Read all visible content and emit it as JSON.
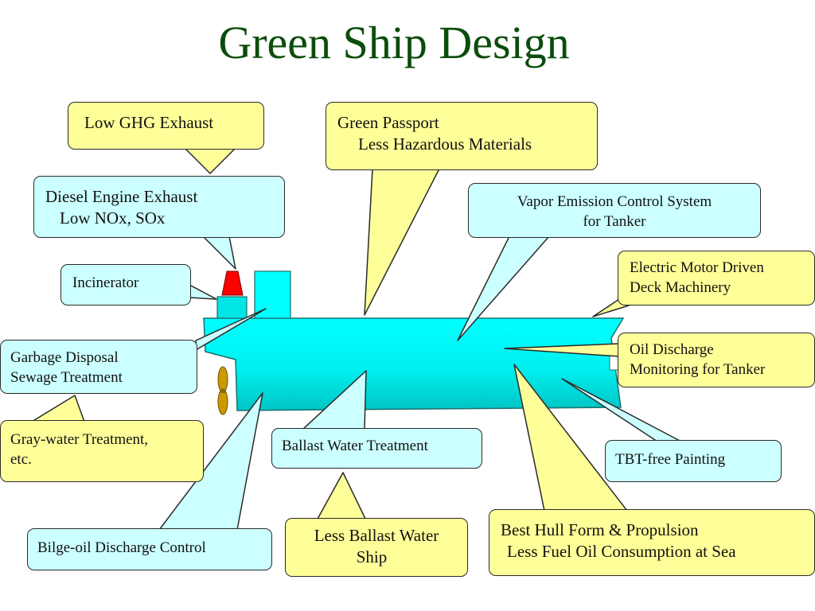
{
  "title": "Green Ship Design",
  "colors": {
    "title": "#0b4d0b",
    "callout_yellow": "#ffff99",
    "callout_cyan": "#ccffff",
    "hull": "#00ffff",
    "hull_bottom": "#00cccc",
    "funnel": "#ff0000",
    "propeller": "#cc9900"
  },
  "callouts": {
    "low_ghg": [
      "Low GHG Exhaust"
    ],
    "green_passport": [
      "Green Passport",
      "Less Hazardous Materials"
    ],
    "diesel": [
      "Diesel Engine Exhaust",
      "Low NOx, SOx"
    ],
    "vapor": [
      "Vapor Emission Control System",
      "for Tanker"
    ],
    "electric": [
      "Electric Motor Driven",
      "Deck Machinery"
    ],
    "incinerator": [
      "Incinerator"
    ],
    "oil_discharge": [
      "Oil Discharge",
      "Monitoring for Tanker"
    ],
    "garbage": [
      "Garbage Disposal",
      "Sewage Treatment"
    ],
    "gray_water": [
      "Gray-water Treatment,",
      "etc."
    ],
    "ballast_treatment": [
      "Ballast Water Treatment"
    ],
    "tbt": [
      "TBT-free Painting"
    ],
    "bilge": [
      "Bilge-oil Discharge Control"
    ],
    "less_ballast": [
      "Less Ballast Water",
      "Ship"
    ],
    "hull_form": [
      "Best Hull Form & Propulsion",
      "Less Fuel Oil Consumption at Sea"
    ]
  }
}
